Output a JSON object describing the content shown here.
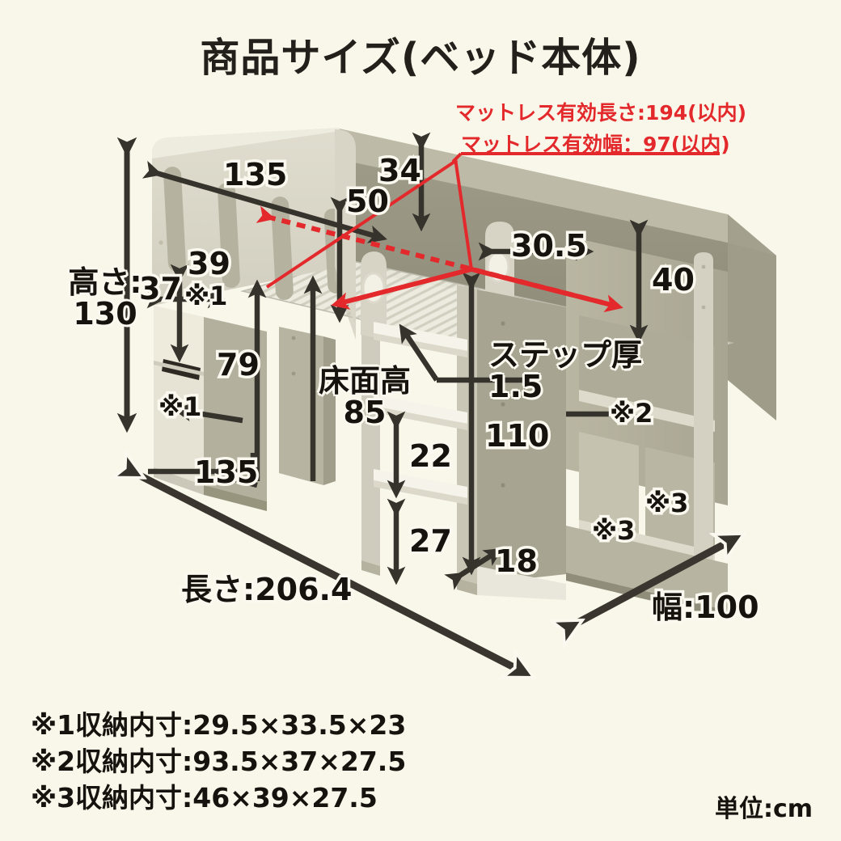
{
  "header": {
    "title": "商品サイズ(ベッド本体)"
  },
  "unit_label": "単位:cm",
  "mattress_notes": [
    {
      "id": "mattress-length",
      "text": "マットレス有効長さ:194(以内)"
    },
    {
      "id": "mattress-width",
      "text": "マットレス有効幅：97(以内)"
    }
  ],
  "dimensions": {
    "height_label": "高さ:",
    "height_value": "130",
    "length": "長さ:206.4",
    "width": "幅:100",
    "rail_length": "135",
    "rail_height": "50",
    "headboard_top": "34",
    "desk_width_37": "37",
    "desk_depth_39": "39",
    "shelf_79": "79",
    "floor_height_label": "床面高",
    "floor_height_value": "85",
    "lower_135": "135",
    "gap_30_5": "30.5",
    "right_40": "40",
    "step_label": "ステップ厚",
    "step_value": "1.5",
    "post_110": "110",
    "step_gap_22": "22",
    "step_gap_27": "27",
    "base_18": "18",
    "mark1_a": "※1",
    "mark1_b": "※1",
    "mark2": "※2",
    "mark3_a": "※3",
    "mark3_b": "※3"
  },
  "footnotes": [
    "※1収納内寸:29.5×33.5×23",
    "※2収納内寸:93.5×37×27.5",
    "※3収納内寸:46×39×27.5"
  ],
  "colors": {
    "background": "#f9f7ea",
    "ink": "#16130f",
    "arrow": "#36322c",
    "accent_red": "#e3292b",
    "panel_light": "#e2dfd1",
    "panel_mid": "#c9c6b3",
    "panel_dark": "#a9a693",
    "panel_shadow": "#95927f",
    "step_white": "#f4f2e7"
  }
}
